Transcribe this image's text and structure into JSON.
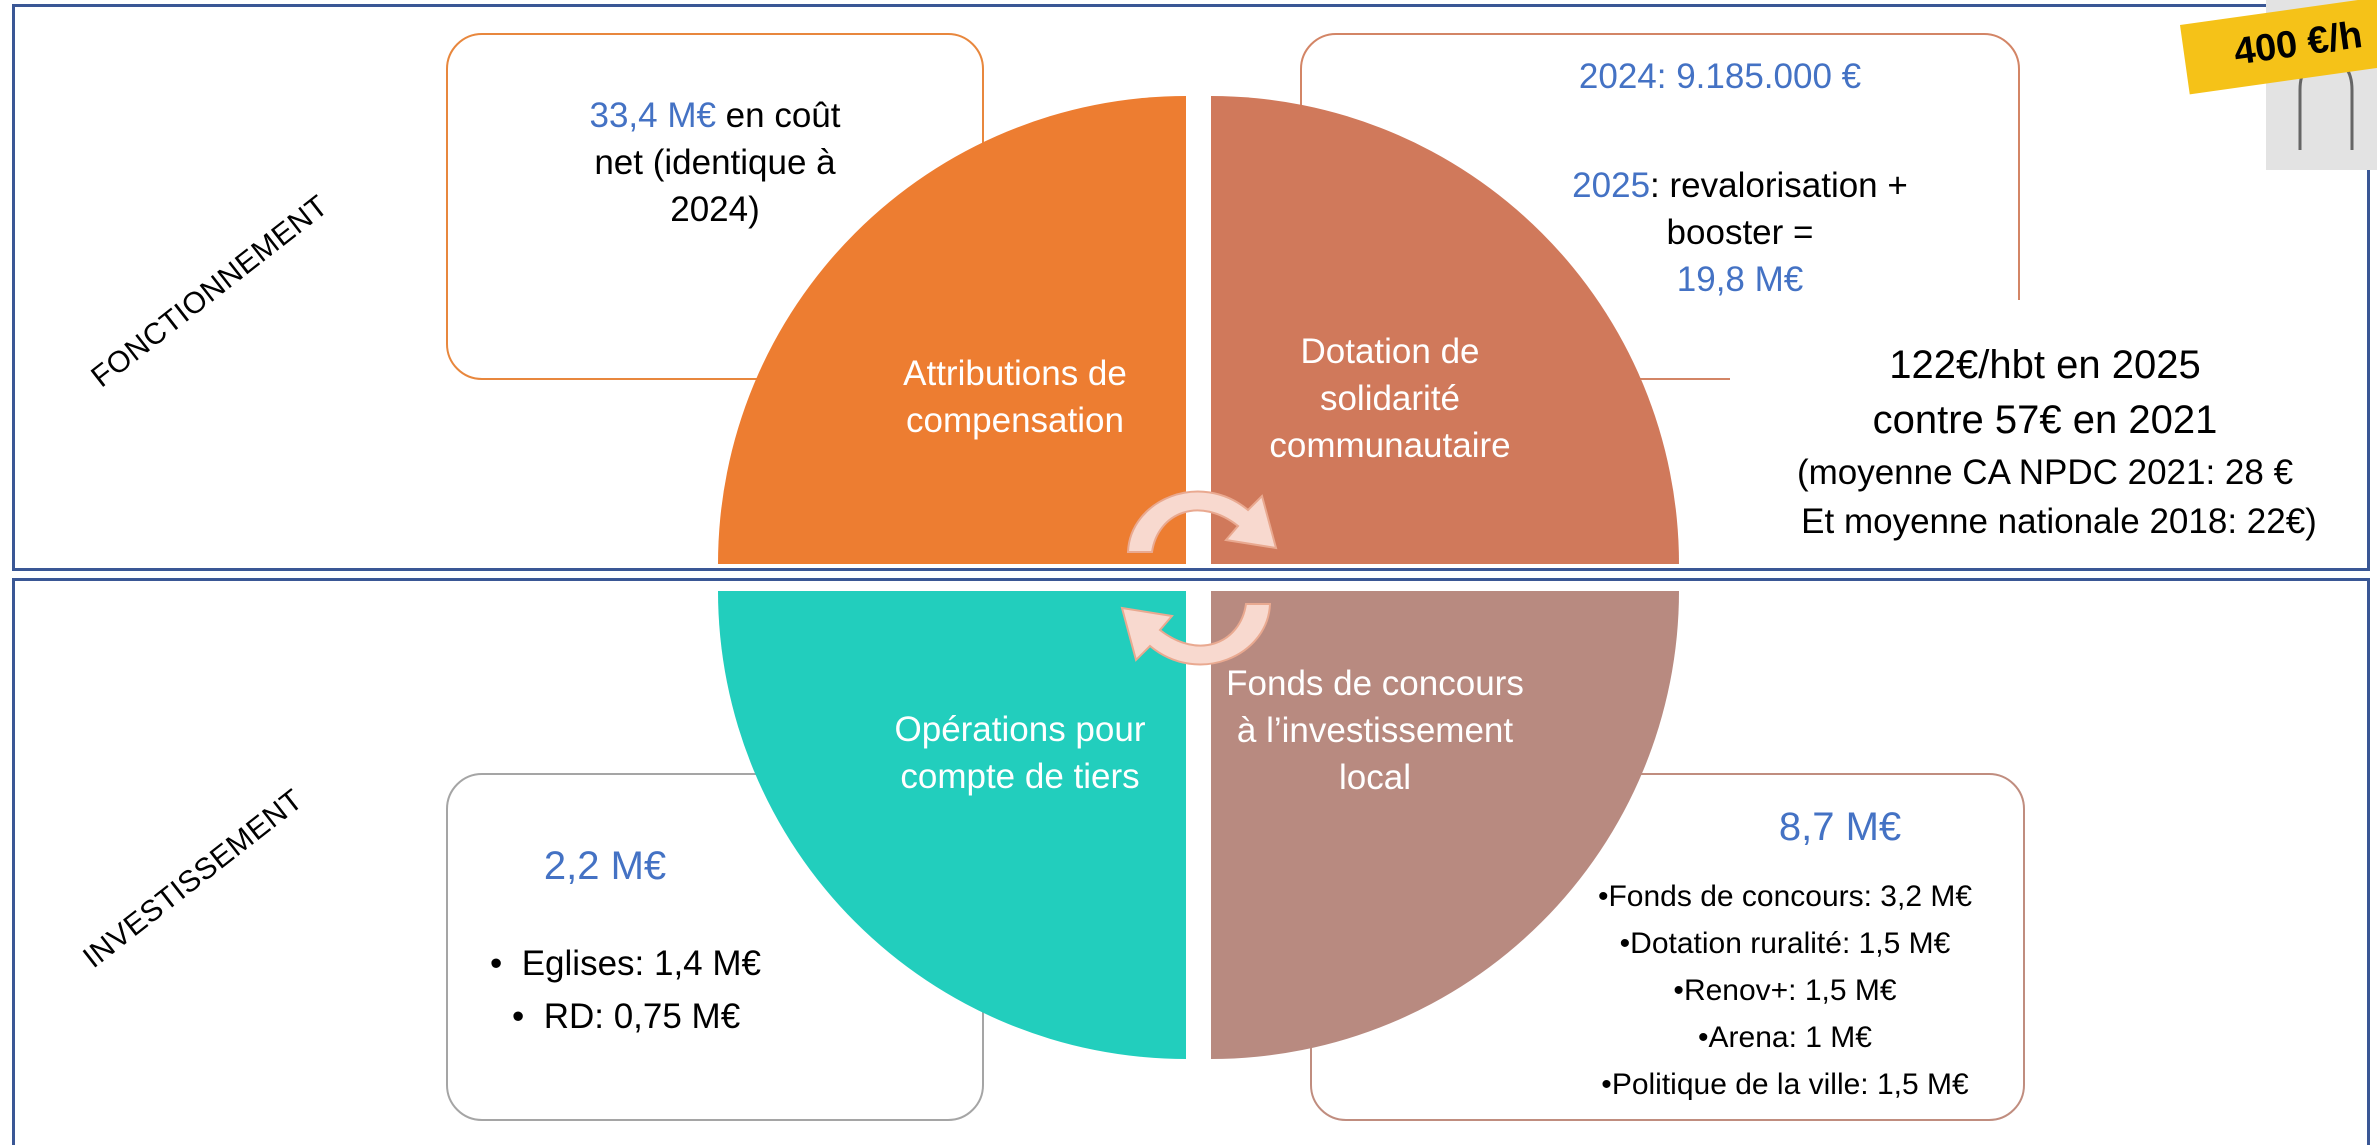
{
  "side_labels": {
    "top": "FONCTIONNEMENT",
    "bottom": "INVESTISSEMENT"
  },
  "segments": {
    "attributions": "Attributions de compensation",
    "dotation": "Dotation de solidarité communautaire",
    "operations": "Opérations pour compte de tiers",
    "fonds": "Fonds de concours à l’investissement local"
  },
  "card_attributions": {
    "amount": "33,4 M€",
    "text_1": " en coût",
    "text_2": "net (identique à",
    "text_3": "2024)"
  },
  "card_dotation": {
    "line_2024": "2024: 9.185.000 €",
    "year_2025": "2025",
    "text_2025": ": revalorisation +",
    "text_booster": "booster =",
    "amount": "19,8 M€"
  },
  "note_dotation": {
    "line_1": "122€/hbt en 2025",
    "line_2": "contre 57€ en 2021",
    "line_3": "(moyenne CA NPDC 2021: 28 €",
    "line_4": "Et moyenne nationale 2018: 22€)"
  },
  "card_operations": {
    "amount": "2,2 M€",
    "items": [
      "Eglises: 1,4 M€",
      "RD: 0,75 M€"
    ]
  },
  "card_fonds": {
    "amount": "8,7 M€",
    "items": [
      "Fonds de concours: 3,2 M€",
      "Dotation ruralité: 1,5 M€",
      "Renov+: 1,5 M€",
      "Arena: 1 M€",
      "Politique de la ville: 1,5 M€"
    ]
  },
  "badge": {
    "text": "400 €/h"
  },
  "colors": {
    "frame": "#3a5795",
    "attributions": "#ed7d31",
    "dotation": "#d0795b",
    "operations": "#22cebd",
    "fonds": "#b88a80",
    "accent_blue": "#4472c4",
    "badge": "#f5c218"
  }
}
